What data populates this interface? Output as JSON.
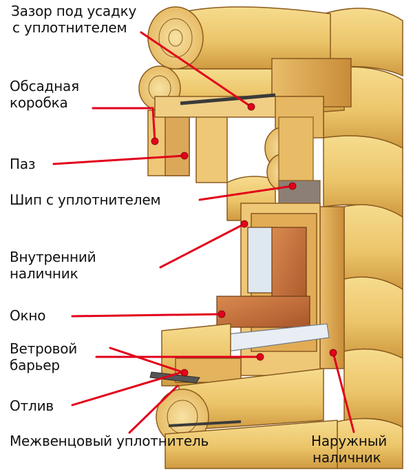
{
  "labels": {
    "shrink_gap": [
      "Зазор под усадку",
      "с уплотнителем"
    ],
    "casing_box": [
      "Обсадная",
      "коробка"
    ],
    "groove": [
      "Паз"
    ],
    "tenon": [
      "Шип с уплотнителем"
    ],
    "inner_trim": [
      "Внутренний",
      "наличник"
    ],
    "window": [
      "Окно"
    ],
    "wind_barrier": [
      "Ветровой",
      "барьер"
    ],
    "drip": [
      "Отлив"
    ],
    "crown_seal": [
      "Межвенцовый уплотнитель"
    ],
    "outer_trim": [
      "Наружный",
      "наличник"
    ]
  },
  "colors": {
    "leader": "#e2001a",
    "log_light": "#f3d27a",
    "log_mid": "#e6b95a",
    "log_dark": "#c9923a",
    "log_outline": "#8a5a1e",
    "frame": "#d9a350",
    "window_frame": "#c4703a",
    "glass": "#dfe8ef",
    "sill": "#e9eef4",
    "seal": "#3a3a3a",
    "tenon_seal": "#8c7f76"
  }
}
